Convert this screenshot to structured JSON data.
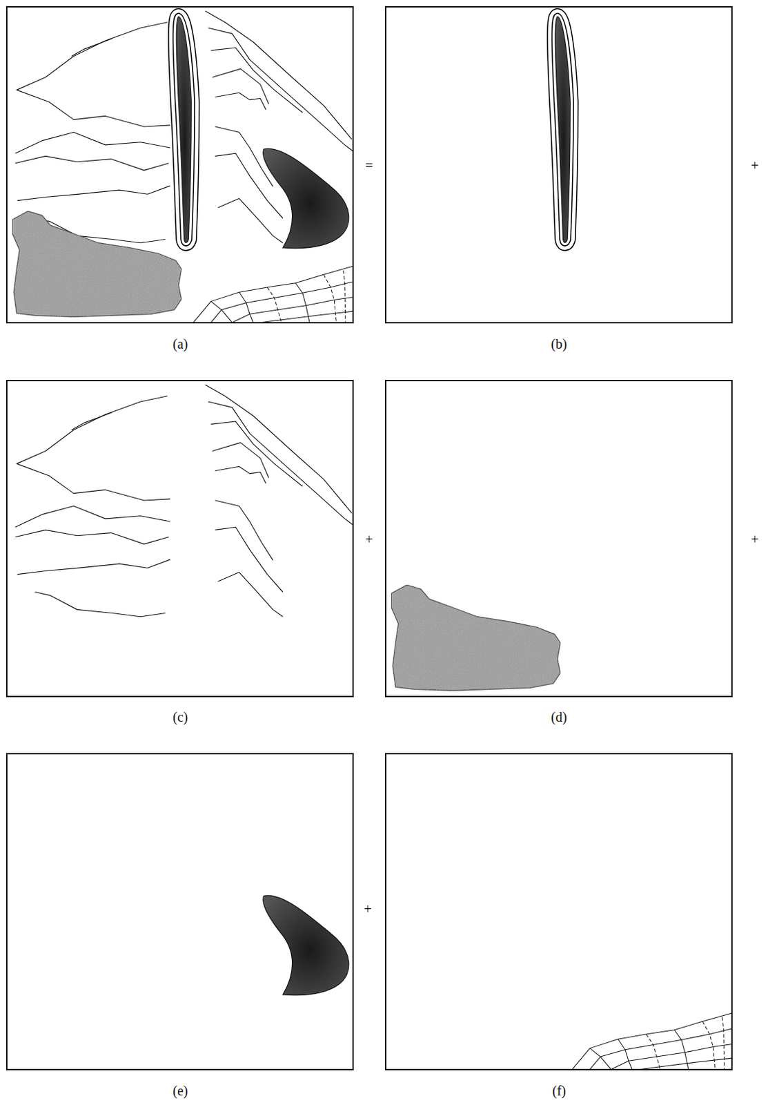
{
  "diagram": {
    "labels": [
      "=",
      "+",
      "(a)",
      "(b)",
      "+",
      "+",
      "(c)",
      "(d)",
      "+",
      "(e)",
      "(f)"
    ]
  }
}
